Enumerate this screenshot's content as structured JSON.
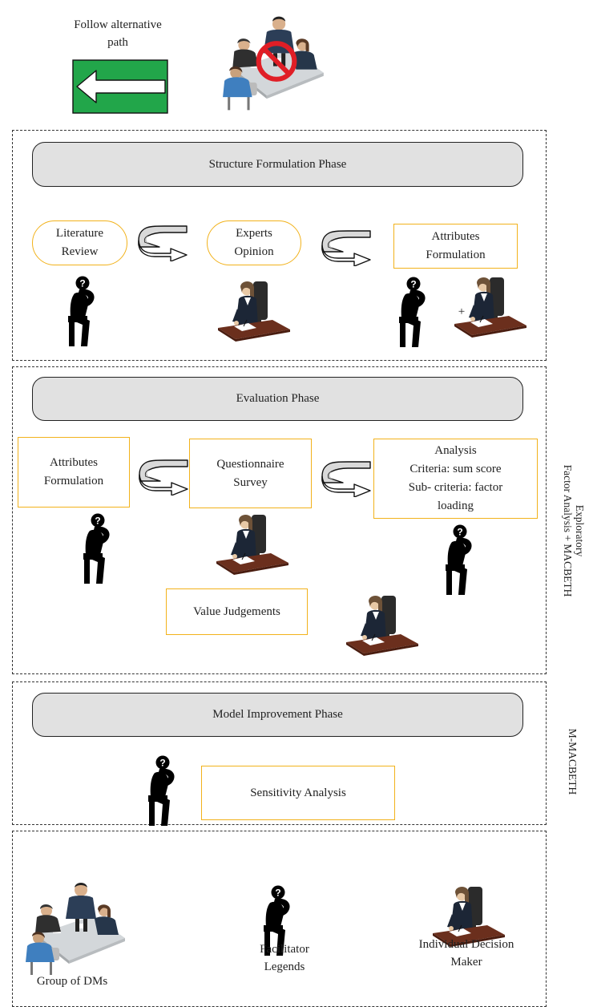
{
  "header": {
    "alternative_path_label": "Follow alternative\npath"
  },
  "phases": {
    "structure": {
      "title": "Structure Formulation Phase",
      "steps": [
        "Literature\nReview",
        "Experts\nOpinion",
        "Attributes\nFormulation"
      ],
      "plus": "+"
    },
    "evaluation": {
      "title": "Evaluation Phase",
      "steps": [
        "Attributes\nFormulation",
        "Questionnaire\nSurvey",
        "Analysis\nCriteria: sum score\nSub- criteria: factor\nloading"
      ],
      "value_judgements": "Value Judgements"
    },
    "improvement": {
      "title": "Model Improvement Phase",
      "sensitivity": "Sensitivity Analysis"
    }
  },
  "side_labels": {
    "evaluation": "Exploratory\nFactor Analysis   +   MACBETH",
    "improvement": "M-MACBETH"
  },
  "legend": {
    "group": "Group of DMs",
    "facilitator": "Facilitator\nLegends",
    "individual": "Individual Decision\nMaker"
  },
  "colors": {
    "box_border": "#f2b21b",
    "phase_bar_fill": "#e1e1e1",
    "arrow_green": "#22a64a",
    "no_sign_red": "#e01e26",
    "desk_brown": "#6b2f1d",
    "chair_dark": "#2b2b2b"
  },
  "icons": [
    "green-left-arrow-icon",
    "no-group-icon",
    "curved-arrow-icon",
    "facilitator-icon",
    "decision-maker-icon",
    "group-meeting-icon"
  ]
}
